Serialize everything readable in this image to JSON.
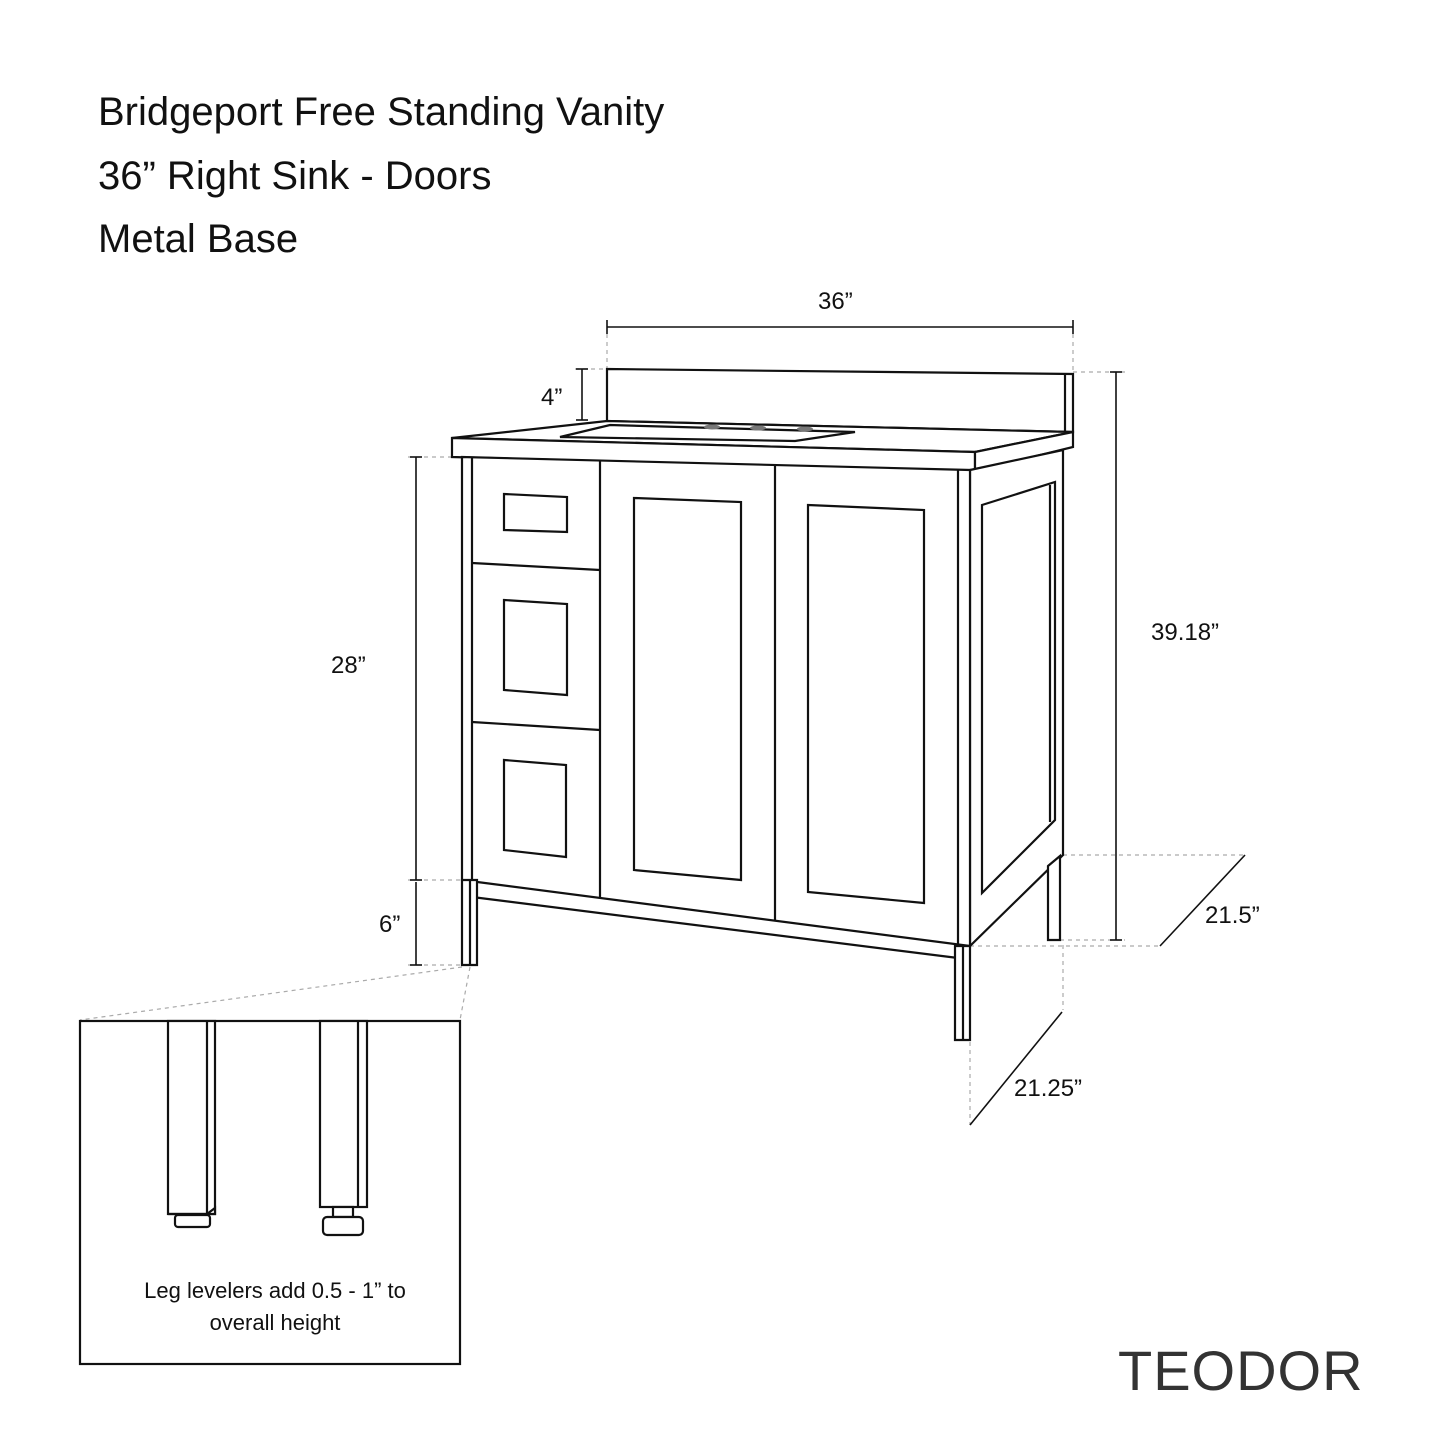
{
  "title": {
    "line1": "Bridgeport Free Standing Vanity",
    "line2": "36” Right Sink - Doors",
    "line3": "Metal Base"
  },
  "dimensions": {
    "width": "36”",
    "backsplash": "4”",
    "cabinet_height": "28”",
    "leg_height": "6”",
    "overall_height": "39.18”",
    "top_depth": "21.5”",
    "base_depth": "21.25”"
  },
  "inset": {
    "note_line1": "Leg levelers add 0.5 - 1” to",
    "note_line2": "overall height"
  },
  "brand": {
    "logo": "TEODOR"
  }
}
